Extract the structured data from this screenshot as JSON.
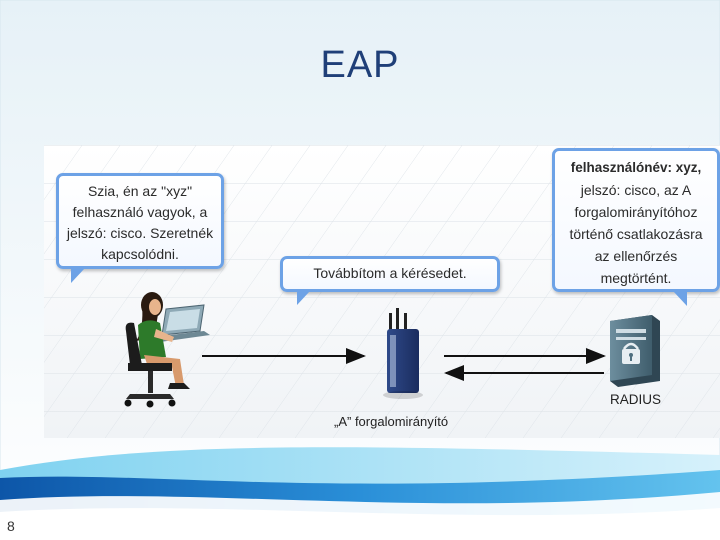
{
  "slide": {
    "title": "EAP",
    "number": "8"
  },
  "diagram": {
    "client_bubble": {
      "line1": "Szia, én az \"xyz\"",
      "line2": "felhasználó vagyok, a",
      "line3": "jelszó: cisco. Szeretnék",
      "line4": "kapcsolódni."
    },
    "router_bubble": {
      "text": "Továbbítom a kérésedet."
    },
    "server_bubble": {
      "line1": "felhasználónév: xyz,",
      "line2": "jelszó: cisco, az A",
      "line3": "forgalomirányítóhoz",
      "line4": "történő csatlakozásra",
      "line5": "az ellenőrzés",
      "line6": "megtörtént."
    },
    "router_label": "„A” forgalomirányító",
    "server_label": "RADIUS",
    "colors": {
      "bubble_border": "#6da2e6",
      "title": "#1f3f78",
      "server_body": "#4f6f7f"
    }
  }
}
